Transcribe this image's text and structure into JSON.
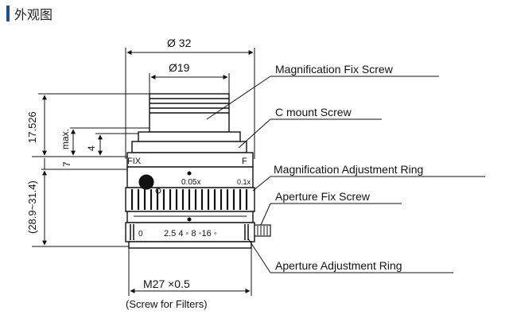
{
  "header": {
    "title": "外观图",
    "bar_color": "#1f4e9c"
  },
  "dimensions": {
    "outer_diameter": "Ø 32",
    "inner_diameter": "Ø19",
    "height_total": "17.526",
    "max_label": "max.",
    "flange_gap": "4",
    "depth_7": "7",
    "length_range": "(28.9~31.4)",
    "filter_thread": "M27 ×0.5",
    "filter_note": "(Screw for Filters)"
  },
  "callouts": {
    "magnification_fix_screw": "Magnification Fix Screw",
    "c_mount_screw": "C mount Screw",
    "magnification_adjustment_ring": "Magnification Adjustment Ring",
    "aperture_fix_screw": "Aperture Fix Screw",
    "aperture_adjustment_ring": "Aperture Adjustment Ring"
  },
  "lens_marks": {
    "fix_left": "FIX",
    "fix_right": "F",
    "mag_value_1": "0.05x",
    "mag_value_2": "0.1x",
    "aperture_open": "0",
    "aperture_scale": "2.5  4  ◦  8 ◦16 ◦"
  },
  "colors": {
    "line": "#111111",
    "text": "#111111"
  }
}
